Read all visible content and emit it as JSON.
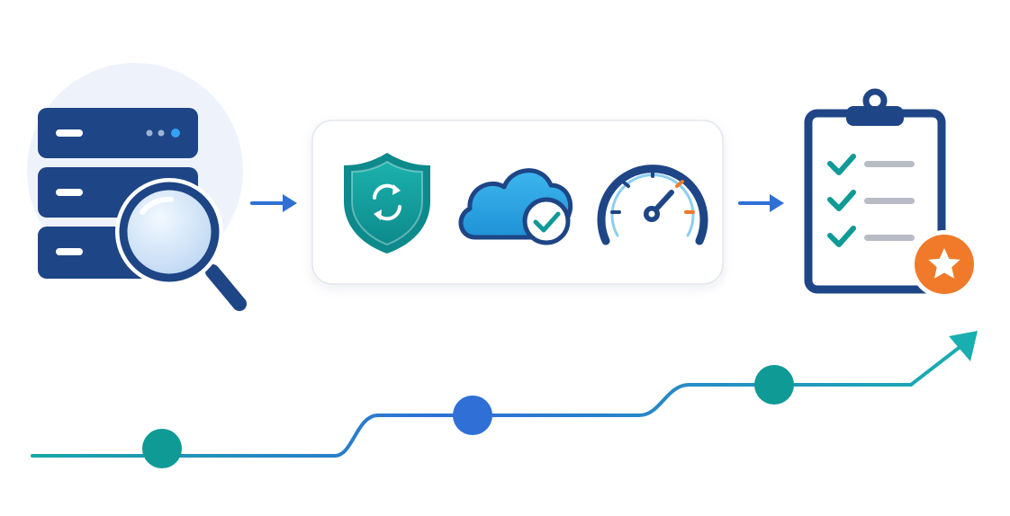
{
  "diagram": {
    "stages": [
      {
        "id": "server-audit",
        "icons": [
          "server-rack-icon",
          "magnifying-glass-icon"
        ]
      },
      {
        "id": "checks",
        "icons": [
          "shield-sync-icon",
          "cloud-check-icon",
          "speedometer-icon"
        ]
      },
      {
        "id": "report",
        "icons": [
          "clipboard-checklist-icon",
          "star-badge-icon"
        ]
      }
    ],
    "connectors": [
      "arrow-right-icon",
      "arrow-right-icon"
    ],
    "progress_milestones": 4
  },
  "colors": {
    "navy": "#1e4585",
    "navy_dark": "#17386f",
    "blue_accent": "#2f6fd6",
    "teal": "#0f9a96",
    "teal_dark": "#0d7f80",
    "sky": "#2ea8e4",
    "orange": "#f07a2a",
    "gray_line": "#b9bcc4",
    "panel_border": "#e3e6ec",
    "halo": "#eef3fb"
  }
}
